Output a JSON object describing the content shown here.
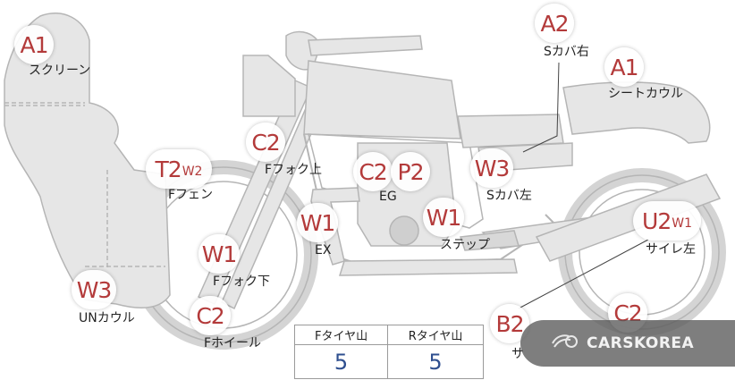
{
  "colors": {
    "marker_text": "#b33a3a",
    "table_value": "#2f4f8f",
    "bike_fill": "#e6e6e6",
    "bike_stroke": "#b5b5b5"
  },
  "markers": [
    {
      "id": "a1-screen",
      "main": "A1",
      "sub": ""
    },
    {
      "id": "a2-scover-right",
      "main": "A2",
      "sub": ""
    },
    {
      "id": "a1-seat-cowl",
      "main": "A1",
      "sub": ""
    },
    {
      "id": "c2-ffork-upper",
      "main": "C2",
      "sub": ""
    },
    {
      "id": "t2-ffender",
      "main": "T2",
      "sub": "W2"
    },
    {
      "id": "c2-eg",
      "main": "C2",
      "sub": ""
    },
    {
      "id": "p2-eg",
      "main": "P2",
      "sub": ""
    },
    {
      "id": "w3-scover-left",
      "main": "W3",
      "sub": ""
    },
    {
      "id": "w1-ex",
      "main": "W1",
      "sub": ""
    },
    {
      "id": "w1-step",
      "main": "W1",
      "sub": ""
    },
    {
      "id": "u2-silencer-left",
      "main": "U2",
      "sub": "W1"
    },
    {
      "id": "w1-ffork-lower",
      "main": "W1",
      "sub": ""
    },
    {
      "id": "w3-un-cowl",
      "main": "W3",
      "sub": ""
    },
    {
      "id": "c2-fwheel",
      "main": "C2",
      "sub": ""
    },
    {
      "id": "b2-partial",
      "main": "B2",
      "sub": ""
    },
    {
      "id": "c2-rear",
      "main": "C2",
      "sub": ""
    }
  ],
  "labels": {
    "screen": "スクリーン",
    "scover_right": "Sカバ右",
    "seat_cowl": "シートカウル",
    "ffork_upper": "Fフォク上",
    "ffender": "Fフェン",
    "eg": "EG",
    "scover_left": "Sカバ左",
    "ex": "EX",
    "step": "ステップ",
    "silencer_left": "サイレ左",
    "ffork_lower": "Fフォク下",
    "un_cowl": "UNカウル",
    "fwheel": "Fホイール",
    "partial": "サ"
  },
  "tire_table": {
    "headers": [
      "Fタイヤ山",
      "Rタイヤ山"
    ],
    "values": [
      "5",
      "5"
    ]
  },
  "watermark": {
    "text": "CARSKOREA",
    "icon": "carskorea-logo-icon"
  }
}
